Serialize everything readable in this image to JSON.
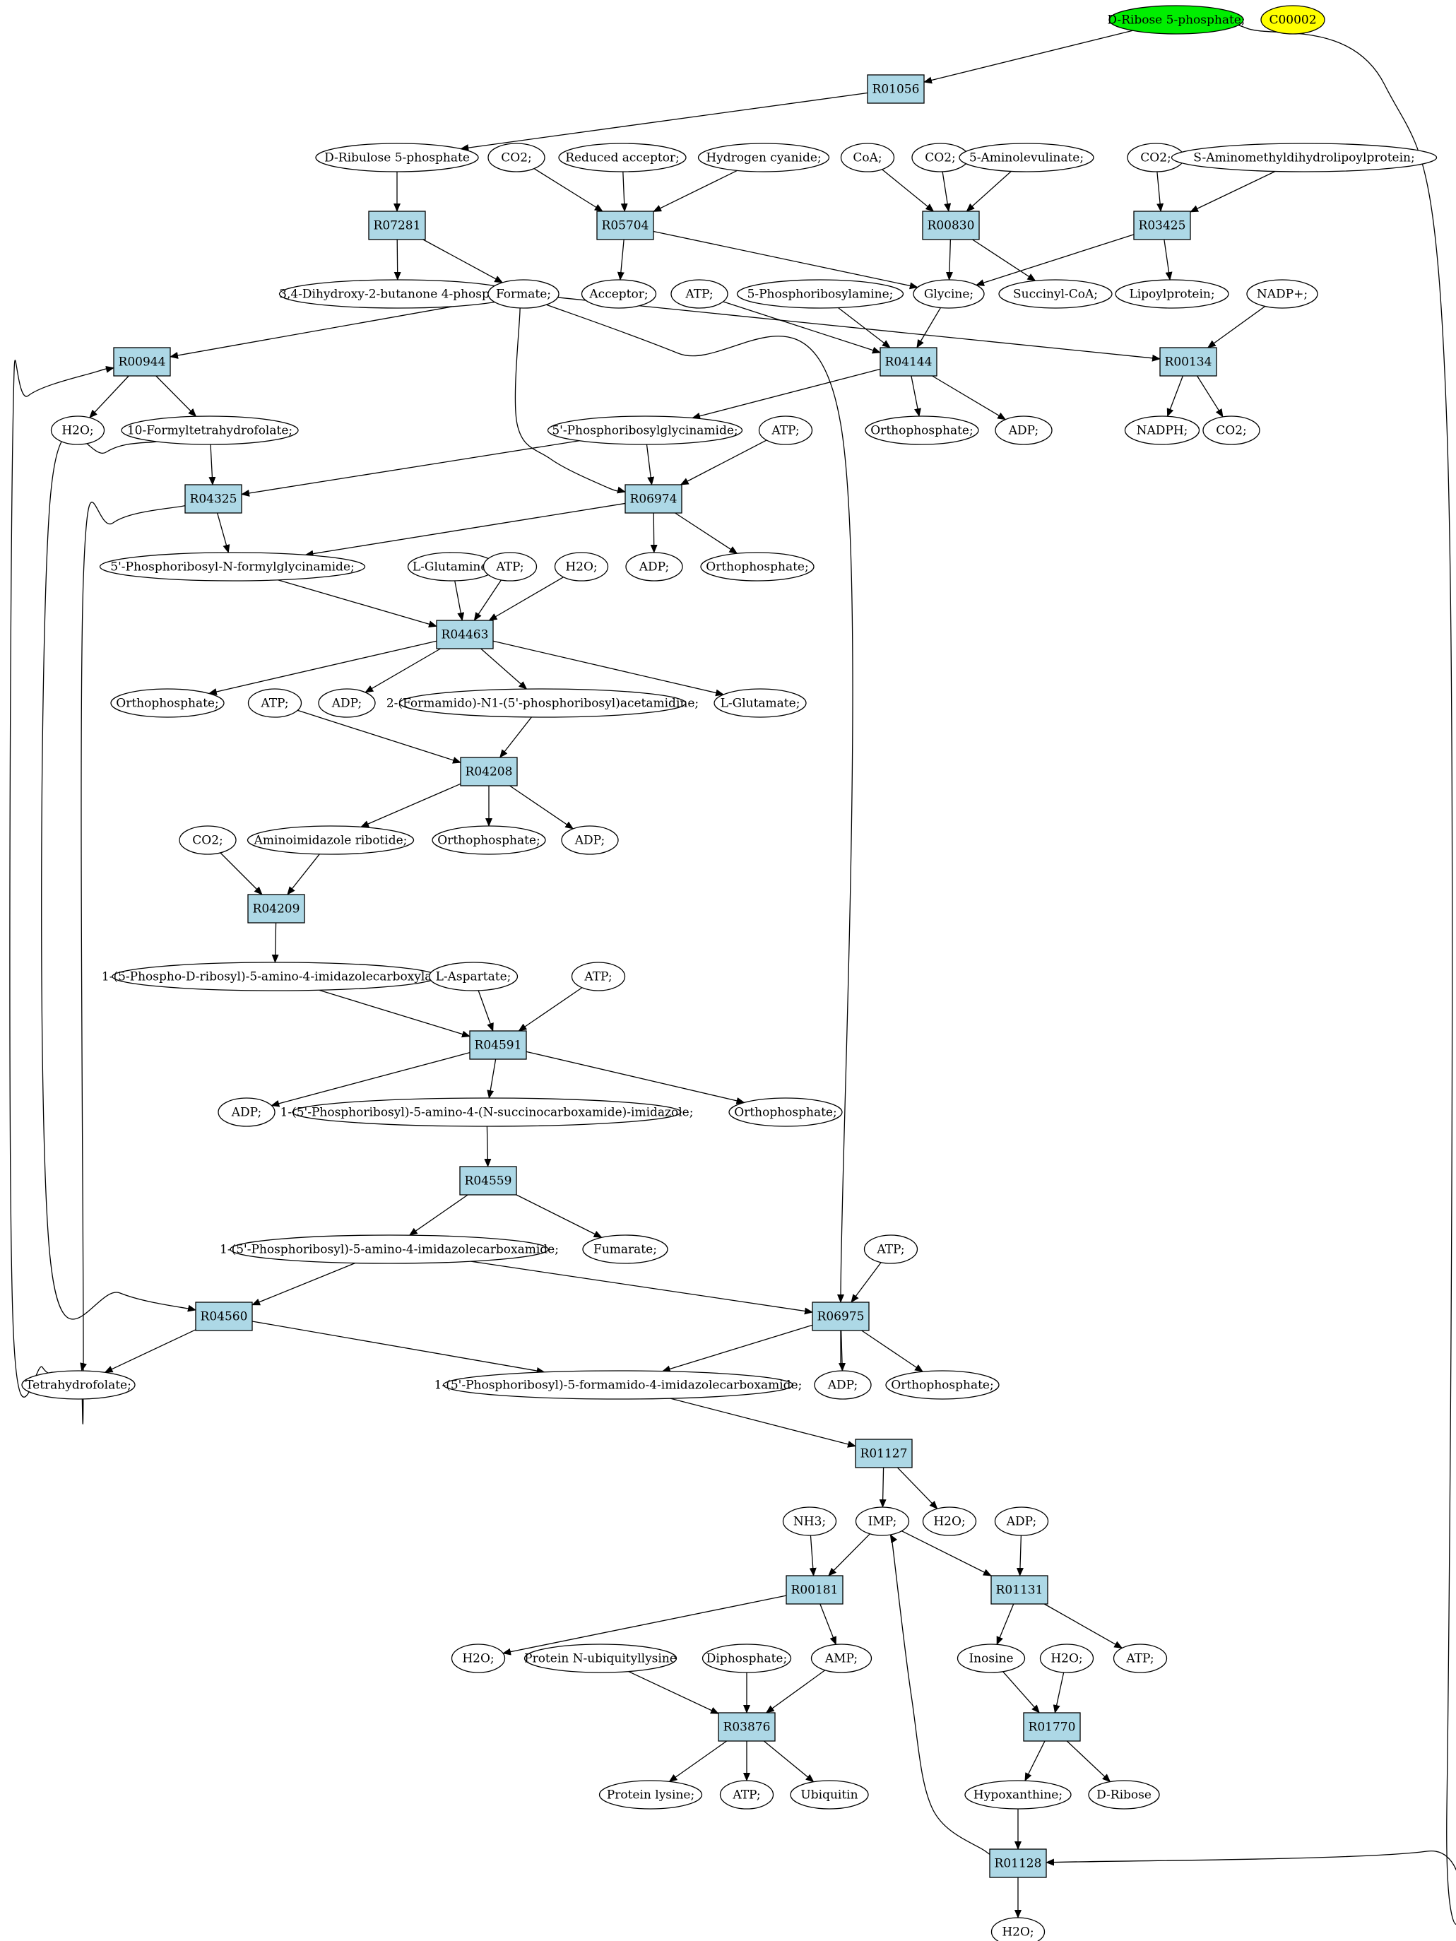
{
  "diagram": {
    "colors": {
      "reaction_fill": "#add8e6",
      "compound_fill": "#ffffff",
      "start_fill": "#00ee00",
      "legend_fill": "#ffff00",
      "stroke": "#000000"
    },
    "nodes": [
      {
        "id": "ribose5p",
        "kind": "compound",
        "label": "D-Ribose 5-phosphate;",
        "fill": "#00ee00"
      },
      {
        "id": "c00002",
        "kind": "compound",
        "label": "C00002",
        "fill": "#ffff00"
      },
      {
        "id": "R01056",
        "kind": "reaction",
        "label": "R01056"
      },
      {
        "id": "ribulose5p",
        "kind": "compound",
        "label": "D-Ribulose 5-phosphate"
      },
      {
        "id": "co2_a",
        "kind": "compound",
        "label": "CO2;"
      },
      {
        "id": "redacc",
        "kind": "compound",
        "label": "Reduced acceptor;"
      },
      {
        "id": "hcn",
        "kind": "compound",
        "label": "Hydrogen cyanide;"
      },
      {
        "id": "coa",
        "kind": "compound",
        "label": "CoA;"
      },
      {
        "id": "co2_b",
        "kind": "compound",
        "label": "CO2;"
      },
      {
        "id": "ala",
        "kind": "compound",
        "label": "5-Aminolevulinate;"
      },
      {
        "id": "co2_c",
        "kind": "compound",
        "label": "CO2;"
      },
      {
        "id": "samdlp",
        "kind": "compound",
        "label": "S-Aminomethyldihydrolipoylprotein;"
      },
      {
        "id": "R07281",
        "kind": "reaction",
        "label": "R07281"
      },
      {
        "id": "R05704",
        "kind": "reaction",
        "label": "R05704"
      },
      {
        "id": "R00830",
        "kind": "reaction",
        "label": "R00830"
      },
      {
        "id": "R03425",
        "kind": "reaction",
        "label": "R03425"
      },
      {
        "id": "dhbp",
        "kind": "compound",
        "label": "3,4-Dihydroxy-2-butanone 4-phosphate"
      },
      {
        "id": "formate",
        "kind": "compound",
        "label": "Formate;"
      },
      {
        "id": "acceptor",
        "kind": "compound",
        "label": "Acceptor;"
      },
      {
        "id": "atp_a",
        "kind": "compound",
        "label": "ATP;"
      },
      {
        "id": "prpam",
        "kind": "compound",
        "label": "5-Phosphoribosylamine;"
      },
      {
        "id": "glycine",
        "kind": "compound",
        "label": "Glycine;"
      },
      {
        "id": "succoa",
        "kind": "compound",
        "label": "Succinyl-CoA;"
      },
      {
        "id": "lipoyl",
        "kind": "compound",
        "label": "Lipoylprotein;"
      },
      {
        "id": "nadp",
        "kind": "compound",
        "label": "NADP+;"
      },
      {
        "id": "R00944",
        "kind": "reaction",
        "label": "R00944"
      },
      {
        "id": "R04144",
        "kind": "reaction",
        "label": "R04144"
      },
      {
        "id": "R00134",
        "kind": "reaction",
        "label": "R00134"
      },
      {
        "id": "h2o_a",
        "kind": "compound",
        "label": "H2O;"
      },
      {
        "id": "fthf",
        "kind": "compound",
        "label": "10-Formyltetrahydrofolate;"
      },
      {
        "id": "gar",
        "kind": "compound",
        "label": "5'-Phosphoribosylglycinamide;"
      },
      {
        "id": "atp_b",
        "kind": "compound",
        "label": "ATP;"
      },
      {
        "id": "pi_a",
        "kind": "compound",
        "label": "Orthophosphate;"
      },
      {
        "id": "adp_a",
        "kind": "compound",
        "label": "ADP;"
      },
      {
        "id": "nadph",
        "kind": "compound",
        "label": "NADPH;"
      },
      {
        "id": "co2_d",
        "kind": "compound",
        "label": "CO2;"
      },
      {
        "id": "R04325",
        "kind": "reaction",
        "label": "R04325"
      },
      {
        "id": "R06974",
        "kind": "reaction",
        "label": "R06974"
      },
      {
        "id": "fgar",
        "kind": "compound",
        "label": "5'-Phosphoribosyl-N-formylglycinamide;"
      },
      {
        "id": "gln",
        "kind": "compound",
        "label": "L-Glutamine;"
      },
      {
        "id": "atp_c",
        "kind": "compound",
        "label": "ATP;"
      },
      {
        "id": "h2o_b",
        "kind": "compound",
        "label": "H2O;"
      },
      {
        "id": "adp_b",
        "kind": "compound",
        "label": "ADP;"
      },
      {
        "id": "pi_b",
        "kind": "compound",
        "label": "Orthophosphate;"
      },
      {
        "id": "R04463",
        "kind": "reaction",
        "label": "R04463"
      },
      {
        "id": "pi_c",
        "kind": "compound",
        "label": "Orthophosphate;"
      },
      {
        "id": "adp_c",
        "kind": "compound",
        "label": "ADP;"
      },
      {
        "id": "fgam",
        "kind": "compound",
        "label": "2-(Formamido)-N1-(5'-phosphoribosyl)acetamidine;"
      },
      {
        "id": "glu",
        "kind": "compound",
        "label": "L-Glutamate;"
      },
      {
        "id": "atp_d",
        "kind": "compound",
        "label": "ATP;"
      },
      {
        "id": "R04208",
        "kind": "reaction",
        "label": "R04208"
      },
      {
        "id": "co2_e",
        "kind": "compound",
        "label": "CO2;"
      },
      {
        "id": "air",
        "kind": "compound",
        "label": "Aminoimidazole ribotide;"
      },
      {
        "id": "pi_d",
        "kind": "compound",
        "label": "Orthophosphate;"
      },
      {
        "id": "adp_d",
        "kind": "compound",
        "label": "ADP;"
      },
      {
        "id": "R04209",
        "kind": "reaction",
        "label": "R04209"
      },
      {
        "id": "cair",
        "kind": "compound",
        "label": "1-(5-Phospho-D-ribosyl)-5-amino-4-imidazolecarboxylate;"
      },
      {
        "id": "asp",
        "kind": "compound",
        "label": "L-Aspartate;"
      },
      {
        "id": "atp_e",
        "kind": "compound",
        "label": "ATP;"
      },
      {
        "id": "R04591",
        "kind": "reaction",
        "label": "R04591"
      },
      {
        "id": "adp_e",
        "kind": "compound",
        "label": "ADP;"
      },
      {
        "id": "saicar",
        "kind": "compound",
        "label": "1-(5'-Phosphoribosyl)-5-amino-4-(N-succinocarboxamide)-imidazole;"
      },
      {
        "id": "pi_e",
        "kind": "compound",
        "label": "Orthophosphate;"
      },
      {
        "id": "R04559",
        "kind": "reaction",
        "label": "R04559"
      },
      {
        "id": "aicar",
        "kind": "compound",
        "label": "1-(5'-Phosphoribosyl)-5-amino-4-imidazolecarboxamide;"
      },
      {
        "id": "fumarate",
        "kind": "compound",
        "label": "Fumarate;"
      },
      {
        "id": "atp_f",
        "kind": "compound",
        "label": "ATP;"
      },
      {
        "id": "R04560",
        "kind": "reaction",
        "label": "R04560"
      },
      {
        "id": "R06975",
        "kind": "reaction",
        "label": "R06975"
      },
      {
        "id": "thf",
        "kind": "compound",
        "label": "Tetrahydrofolate;"
      },
      {
        "id": "faicar",
        "kind": "compound",
        "label": "1-(5'-Phosphoribosyl)-5-formamido-4-imidazolecarboxamide;"
      },
      {
        "id": "adp_f",
        "kind": "compound",
        "label": "ADP;"
      },
      {
        "id": "pi_f",
        "kind": "compound",
        "label": "Orthophosphate;"
      },
      {
        "id": "R01127",
        "kind": "reaction",
        "label": "R01127"
      },
      {
        "id": "nh3",
        "kind": "compound",
        "label": "NH3;"
      },
      {
        "id": "imp",
        "kind": "compound",
        "label": "IMP;"
      },
      {
        "id": "h2o_c",
        "kind": "compound",
        "label": "H2O;"
      },
      {
        "id": "adp_g",
        "kind": "compound",
        "label": "ADP;"
      },
      {
        "id": "R00181",
        "kind": "reaction",
        "label": "R00181"
      },
      {
        "id": "R01131",
        "kind": "reaction",
        "label": "R01131"
      },
      {
        "id": "h2o_d",
        "kind": "compound",
        "label": "H2O;"
      },
      {
        "id": "pnul",
        "kind": "compound",
        "label": "Protein N-ubiquityllysine"
      },
      {
        "id": "ppi",
        "kind": "compound",
        "label": "Diphosphate;"
      },
      {
        "id": "amp",
        "kind": "compound",
        "label": "AMP;"
      },
      {
        "id": "inosine",
        "kind": "compound",
        "label": "Inosine"
      },
      {
        "id": "h2o_e",
        "kind": "compound",
        "label": "H2O;"
      },
      {
        "id": "atp_g",
        "kind": "compound",
        "label": "ATP;"
      },
      {
        "id": "R03876",
        "kind": "reaction",
        "label": "R03876"
      },
      {
        "id": "R01770",
        "kind": "reaction",
        "label": "R01770"
      },
      {
        "id": "plys",
        "kind": "compound",
        "label": "Protein lysine;"
      },
      {
        "id": "atp_h",
        "kind": "compound",
        "label": "ATP;"
      },
      {
        "id": "ubiquitin",
        "kind": "compound",
        "label": "Ubiquitin"
      },
      {
        "id": "hypoxanthine",
        "kind": "compound",
        "label": "Hypoxanthine;"
      },
      {
        "id": "dribose",
        "kind": "compound",
        "label": "D-Ribose"
      },
      {
        "id": "R01128",
        "kind": "reaction",
        "label": "R01128"
      },
      {
        "id": "h2o_f",
        "kind": "compound",
        "label": "H2O;"
      }
    ],
    "edges": [
      [
        "ribose5p",
        "R01056"
      ],
      [
        "R01056",
        "ribulose5p"
      ],
      [
        "ribulose5p",
        "R07281"
      ],
      [
        "R07281",
        "dhbp"
      ],
      [
        "R07281",
        "formate"
      ],
      [
        "co2_a",
        "R05704"
      ],
      [
        "redacc",
        "R05704"
      ],
      [
        "hcn",
        "R05704"
      ],
      [
        "R05704",
        "acceptor"
      ],
      [
        "R05704",
        "glycine"
      ],
      [
        "coa",
        "R00830"
      ],
      [
        "co2_b",
        "R00830"
      ],
      [
        "ala",
        "R00830"
      ],
      [
        "R00830",
        "glycine"
      ],
      [
        "R00830",
        "succoa"
      ],
      [
        "co2_c",
        "R03425"
      ],
      [
        "samdlp",
        "R03425"
      ],
      [
        "R03425",
        "glycine"
      ],
      [
        "R03425",
        "lipoyl"
      ],
      [
        "formate",
        "R00944"
      ],
      [
        "formate",
        "R06974"
      ],
      [
        "formate",
        "R06975"
      ],
      [
        "formate",
        "R00134"
      ],
      [
        "atp_a",
        "R04144"
      ],
      [
        "prpam",
        "R04144"
      ],
      [
        "glycine",
        "R04144"
      ],
      [
        "nadp",
        "R00134"
      ],
      [
        "R00134",
        "nadph"
      ],
      [
        "R00134",
        "co2_d"
      ],
      [
        "R00944",
        "h2o_a"
      ],
      [
        "R00944",
        "fthf"
      ],
      [
        "R04144",
        "gar"
      ],
      [
        "R04144",
        "pi_a"
      ],
      [
        "R04144",
        "adp_a"
      ],
      [
        "fthf",
        "R04325"
      ],
      [
        "fthf",
        "R04560"
      ],
      [
        "gar",
        "R04325"
      ],
      [
        "gar",
        "R06974"
      ],
      [
        "atp_b",
        "R06974"
      ],
      [
        "R04325",
        "fgar"
      ],
      [
        "R04325",
        "thf"
      ],
      [
        "R06974",
        "fgar"
      ],
      [
        "R06974",
        "adp_b"
      ],
      [
        "R06974",
        "pi_b"
      ],
      [
        "fgar",
        "R04463"
      ],
      [
        "gln",
        "R04463"
      ],
      [
        "atp_c",
        "R04463"
      ],
      [
        "h2o_b",
        "R04463"
      ],
      [
        "R04463",
        "pi_c"
      ],
      [
        "R04463",
        "adp_c"
      ],
      [
        "R04463",
        "fgam"
      ],
      [
        "R04463",
        "glu"
      ],
      [
        "atp_d",
        "R04208"
      ],
      [
        "fgam",
        "R04208"
      ],
      [
        "R04208",
        "air"
      ],
      [
        "R04208",
        "pi_d"
      ],
      [
        "R04208",
        "adp_d"
      ],
      [
        "co2_e",
        "R04209"
      ],
      [
        "air",
        "R04209"
      ],
      [
        "R04209",
        "cair"
      ],
      [
        "cair",
        "R04591"
      ],
      [
        "asp",
        "R04591"
      ],
      [
        "atp_e",
        "R04591"
      ],
      [
        "R04591",
        "adp_e"
      ],
      [
        "R04591",
        "saicar"
      ],
      [
        "R04591",
        "pi_e"
      ],
      [
        "saicar",
        "R04559"
      ],
      [
        "R04559",
        "aicar"
      ],
      [
        "R04559",
        "fumarate"
      ],
      [
        "aicar",
        "R04560"
      ],
      [
        "aicar",
        "R06975"
      ],
      [
        "atp_f",
        "R06975"
      ],
      [
        "R04560",
        "thf"
      ],
      [
        "R04560",
        "faicar"
      ],
      [
        "R06975",
        "faicar"
      ],
      [
        "R06975",
        "adp_f"
      ],
      [
        "R06975",
        "pi_f"
      ],
      [
        "thf",
        "R00944"
      ],
      [
        "faicar",
        "R01127"
      ],
      [
        "R01127",
        "imp"
      ],
      [
        "R01127",
        "h2o_c"
      ],
      [
        "nh3",
        "R00181"
      ],
      [
        "imp",
        "R00181"
      ],
      [
        "imp",
        "R01131"
      ],
      [
        "adp_g",
        "R01131"
      ],
      [
        "R00181",
        "h2o_d"
      ],
      [
        "R00181",
        "amp"
      ],
      [
        "R01131",
        "inosine"
      ],
      [
        "R01131",
        "atp_g"
      ],
      [
        "pnul",
        "R03876"
      ],
      [
        "ppi",
        "R03876"
      ],
      [
        "amp",
        "R03876"
      ],
      [
        "R03876",
        "plys"
      ],
      [
        "R03876",
        "atp_h"
      ],
      [
        "R03876",
        "ubiquitin"
      ],
      [
        "inosine",
        "R01770"
      ],
      [
        "h2o_e",
        "R01770"
      ],
      [
        "R01770",
        "hypoxanthine"
      ],
      [
        "R01770",
        "dribose"
      ],
      [
        "hypoxanthine",
        "R01128"
      ],
      [
        "ribose5p",
        "R01128"
      ],
      [
        "R01128",
        "imp"
      ],
      [
        "R01128",
        "h2o_f"
      ]
    ]
  }
}
